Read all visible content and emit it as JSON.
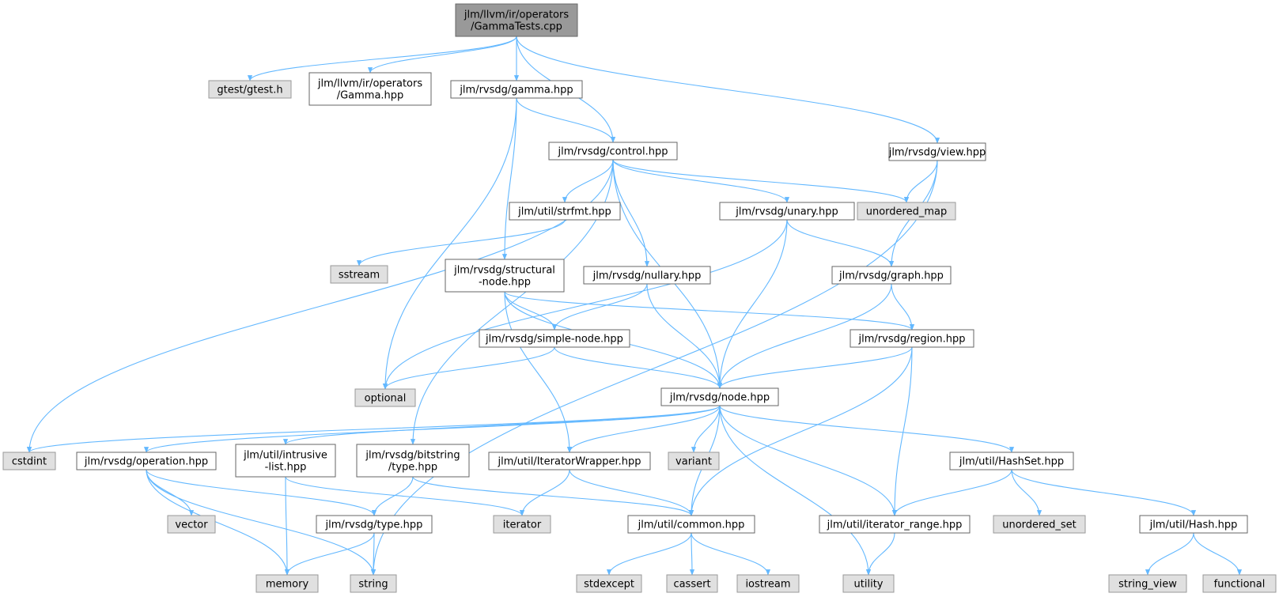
{
  "diagram": {
    "edge_color": "#63b8ff",
    "node_styles": {
      "root": {
        "fill": "#999999",
        "stroke": "#666666"
      },
      "file": {
        "fill": "#ffffff",
        "stroke": "#666666"
      },
      "external": {
        "fill": "#e0e0e0",
        "stroke": "#999999"
      }
    },
    "nodes": [
      {
        "id": "gammatests",
        "kind": "root",
        "lines": [
          "jlm/llvm/ir/operators",
          "/GammaTests.cpp"
        ]
      },
      {
        "id": "gtest",
        "kind": "external",
        "lines": [
          "gtest/gtest.h"
        ]
      },
      {
        "id": "gamma_op",
        "kind": "file",
        "lines": [
          "jlm/llvm/ir/operators",
          "/Gamma.hpp"
        ]
      },
      {
        "id": "rvsdg_gamma",
        "kind": "file",
        "lines": [
          "jlm/rvsdg/gamma.hpp"
        ]
      },
      {
        "id": "control",
        "kind": "file",
        "lines": [
          "jlm/rvsdg/control.hpp"
        ]
      },
      {
        "id": "view",
        "kind": "file",
        "lines": [
          "jlm/rvsdg/view.hpp"
        ]
      },
      {
        "id": "strfmt",
        "kind": "file",
        "lines": [
          "jlm/util/strfmt.hpp"
        ]
      },
      {
        "id": "unary",
        "kind": "file",
        "lines": [
          "jlm/rvsdg/unary.hpp"
        ]
      },
      {
        "id": "unordered_map",
        "kind": "external",
        "lines": [
          "unordered_map"
        ]
      },
      {
        "id": "sstream",
        "kind": "external",
        "lines": [
          "sstream"
        ]
      },
      {
        "id": "structural",
        "kind": "file",
        "lines": [
          "jlm/rvsdg/structural",
          "-node.hpp"
        ]
      },
      {
        "id": "nullary",
        "kind": "file",
        "lines": [
          "jlm/rvsdg/nullary.hpp"
        ]
      },
      {
        "id": "graph",
        "kind": "file",
        "lines": [
          "jlm/rvsdg/graph.hpp"
        ]
      },
      {
        "id": "simple",
        "kind": "file",
        "lines": [
          "jlm/rvsdg/simple-node.hpp"
        ]
      },
      {
        "id": "region",
        "kind": "file",
        "lines": [
          "jlm/rvsdg/region.hpp"
        ]
      },
      {
        "id": "optional",
        "kind": "external",
        "lines": [
          "optional"
        ]
      },
      {
        "id": "node",
        "kind": "file",
        "lines": [
          "jlm/rvsdg/node.hpp"
        ]
      },
      {
        "id": "cstdint",
        "kind": "external",
        "lines": [
          "cstdint"
        ]
      },
      {
        "id": "operation",
        "kind": "file",
        "lines": [
          "jlm/rvsdg/operation.hpp"
        ]
      },
      {
        "id": "intrusive",
        "kind": "file",
        "lines": [
          "jlm/util/intrusive",
          "-list.hpp"
        ]
      },
      {
        "id": "bitstring",
        "kind": "file",
        "lines": [
          "jlm/rvsdg/bitstring",
          "/type.hpp"
        ]
      },
      {
        "id": "iterwrap",
        "kind": "file",
        "lines": [
          "jlm/util/IteratorWrapper.hpp"
        ]
      },
      {
        "id": "variant",
        "kind": "external",
        "lines": [
          "variant"
        ]
      },
      {
        "id": "hashset",
        "kind": "file",
        "lines": [
          "jlm/util/HashSet.hpp"
        ]
      },
      {
        "id": "vector",
        "kind": "external",
        "lines": [
          "vector"
        ]
      },
      {
        "id": "type",
        "kind": "file",
        "lines": [
          "jlm/rvsdg/type.hpp"
        ]
      },
      {
        "id": "iterator",
        "kind": "external",
        "lines": [
          "iterator"
        ]
      },
      {
        "id": "common",
        "kind": "file",
        "lines": [
          "jlm/util/common.hpp"
        ]
      },
      {
        "id": "iterrange",
        "kind": "file",
        "lines": [
          "jlm/util/iterator_range.hpp"
        ]
      },
      {
        "id": "unordered_set",
        "kind": "external",
        "lines": [
          "unordered_set"
        ]
      },
      {
        "id": "hash",
        "kind": "file",
        "lines": [
          "jlm/util/Hash.hpp"
        ]
      },
      {
        "id": "memory",
        "kind": "external",
        "lines": [
          "memory"
        ]
      },
      {
        "id": "string",
        "kind": "external",
        "lines": [
          "string"
        ]
      },
      {
        "id": "stdexcept",
        "kind": "external",
        "lines": [
          "stdexcept"
        ]
      },
      {
        "id": "cassert",
        "kind": "external",
        "lines": [
          "cassert"
        ]
      },
      {
        "id": "iostream",
        "kind": "external",
        "lines": [
          "iostream"
        ]
      },
      {
        "id": "utility",
        "kind": "external",
        "lines": [
          "utility"
        ]
      },
      {
        "id": "string_view",
        "kind": "external",
        "lines": [
          "string_view"
        ]
      },
      {
        "id": "functional",
        "kind": "external",
        "lines": [
          "functional"
        ]
      }
    ],
    "edges": [
      [
        "gammatests",
        "gtest"
      ],
      [
        "gammatests",
        "gamma_op"
      ],
      [
        "gammatests",
        "rvsdg_gamma"
      ],
      [
        "gammatests",
        "control"
      ],
      [
        "gammatests",
        "view"
      ],
      [
        "rvsdg_gamma",
        "control"
      ],
      [
        "rvsdg_gamma",
        "structural"
      ],
      [
        "rvsdg_gamma",
        "optional"
      ],
      [
        "control",
        "strfmt"
      ],
      [
        "control",
        "unary"
      ],
      [
        "control",
        "unordered_map"
      ],
      [
        "control",
        "nullary"
      ],
      [
        "control",
        "node"
      ],
      [
        "control",
        "cstdint"
      ],
      [
        "control",
        "bitstring"
      ],
      [
        "view",
        "unordered_map"
      ],
      [
        "view",
        "graph"
      ],
      [
        "view",
        "string"
      ],
      [
        "strfmt",
        "sstream"
      ],
      [
        "unary",
        "graph"
      ],
      [
        "unary",
        "node"
      ],
      [
        "unary",
        "optional"
      ],
      [
        "structural",
        "simple"
      ],
      [
        "structural",
        "node"
      ],
      [
        "structural",
        "region"
      ],
      [
        "structural",
        "iterwrap"
      ],
      [
        "nullary",
        "simple"
      ],
      [
        "nullary",
        "node"
      ],
      [
        "graph",
        "region"
      ],
      [
        "graph",
        "node"
      ],
      [
        "simple",
        "optional"
      ],
      [
        "simple",
        "node"
      ],
      [
        "region",
        "node"
      ],
      [
        "region",
        "iterrange"
      ],
      [
        "region",
        "common"
      ],
      [
        "node",
        "cstdint"
      ],
      [
        "node",
        "operation"
      ],
      [
        "node",
        "intrusive"
      ],
      [
        "node",
        "iterwrap"
      ],
      [
        "node",
        "variant"
      ],
      [
        "node",
        "hashset"
      ],
      [
        "node",
        "common"
      ],
      [
        "node",
        "iterrange"
      ],
      [
        "node",
        "utility"
      ],
      [
        "operation",
        "vector"
      ],
      [
        "operation",
        "type"
      ],
      [
        "operation",
        "memory"
      ],
      [
        "operation",
        "string"
      ],
      [
        "intrusive",
        "memory"
      ],
      [
        "intrusive",
        "iterator"
      ],
      [
        "bitstring",
        "type"
      ],
      [
        "bitstring",
        "common"
      ],
      [
        "iterwrap",
        "iterator"
      ],
      [
        "iterwrap",
        "common"
      ],
      [
        "hashset",
        "iterrange"
      ],
      [
        "hashset",
        "unordered_set"
      ],
      [
        "hashset",
        "hash"
      ],
      [
        "type",
        "memory"
      ],
      [
        "type",
        "string"
      ],
      [
        "common",
        "stdexcept"
      ],
      [
        "common",
        "cassert"
      ],
      [
        "common",
        "iostream"
      ],
      [
        "iterrange",
        "utility"
      ],
      [
        "hash",
        "string_view"
      ],
      [
        "hash",
        "functional"
      ]
    ]
  }
}
